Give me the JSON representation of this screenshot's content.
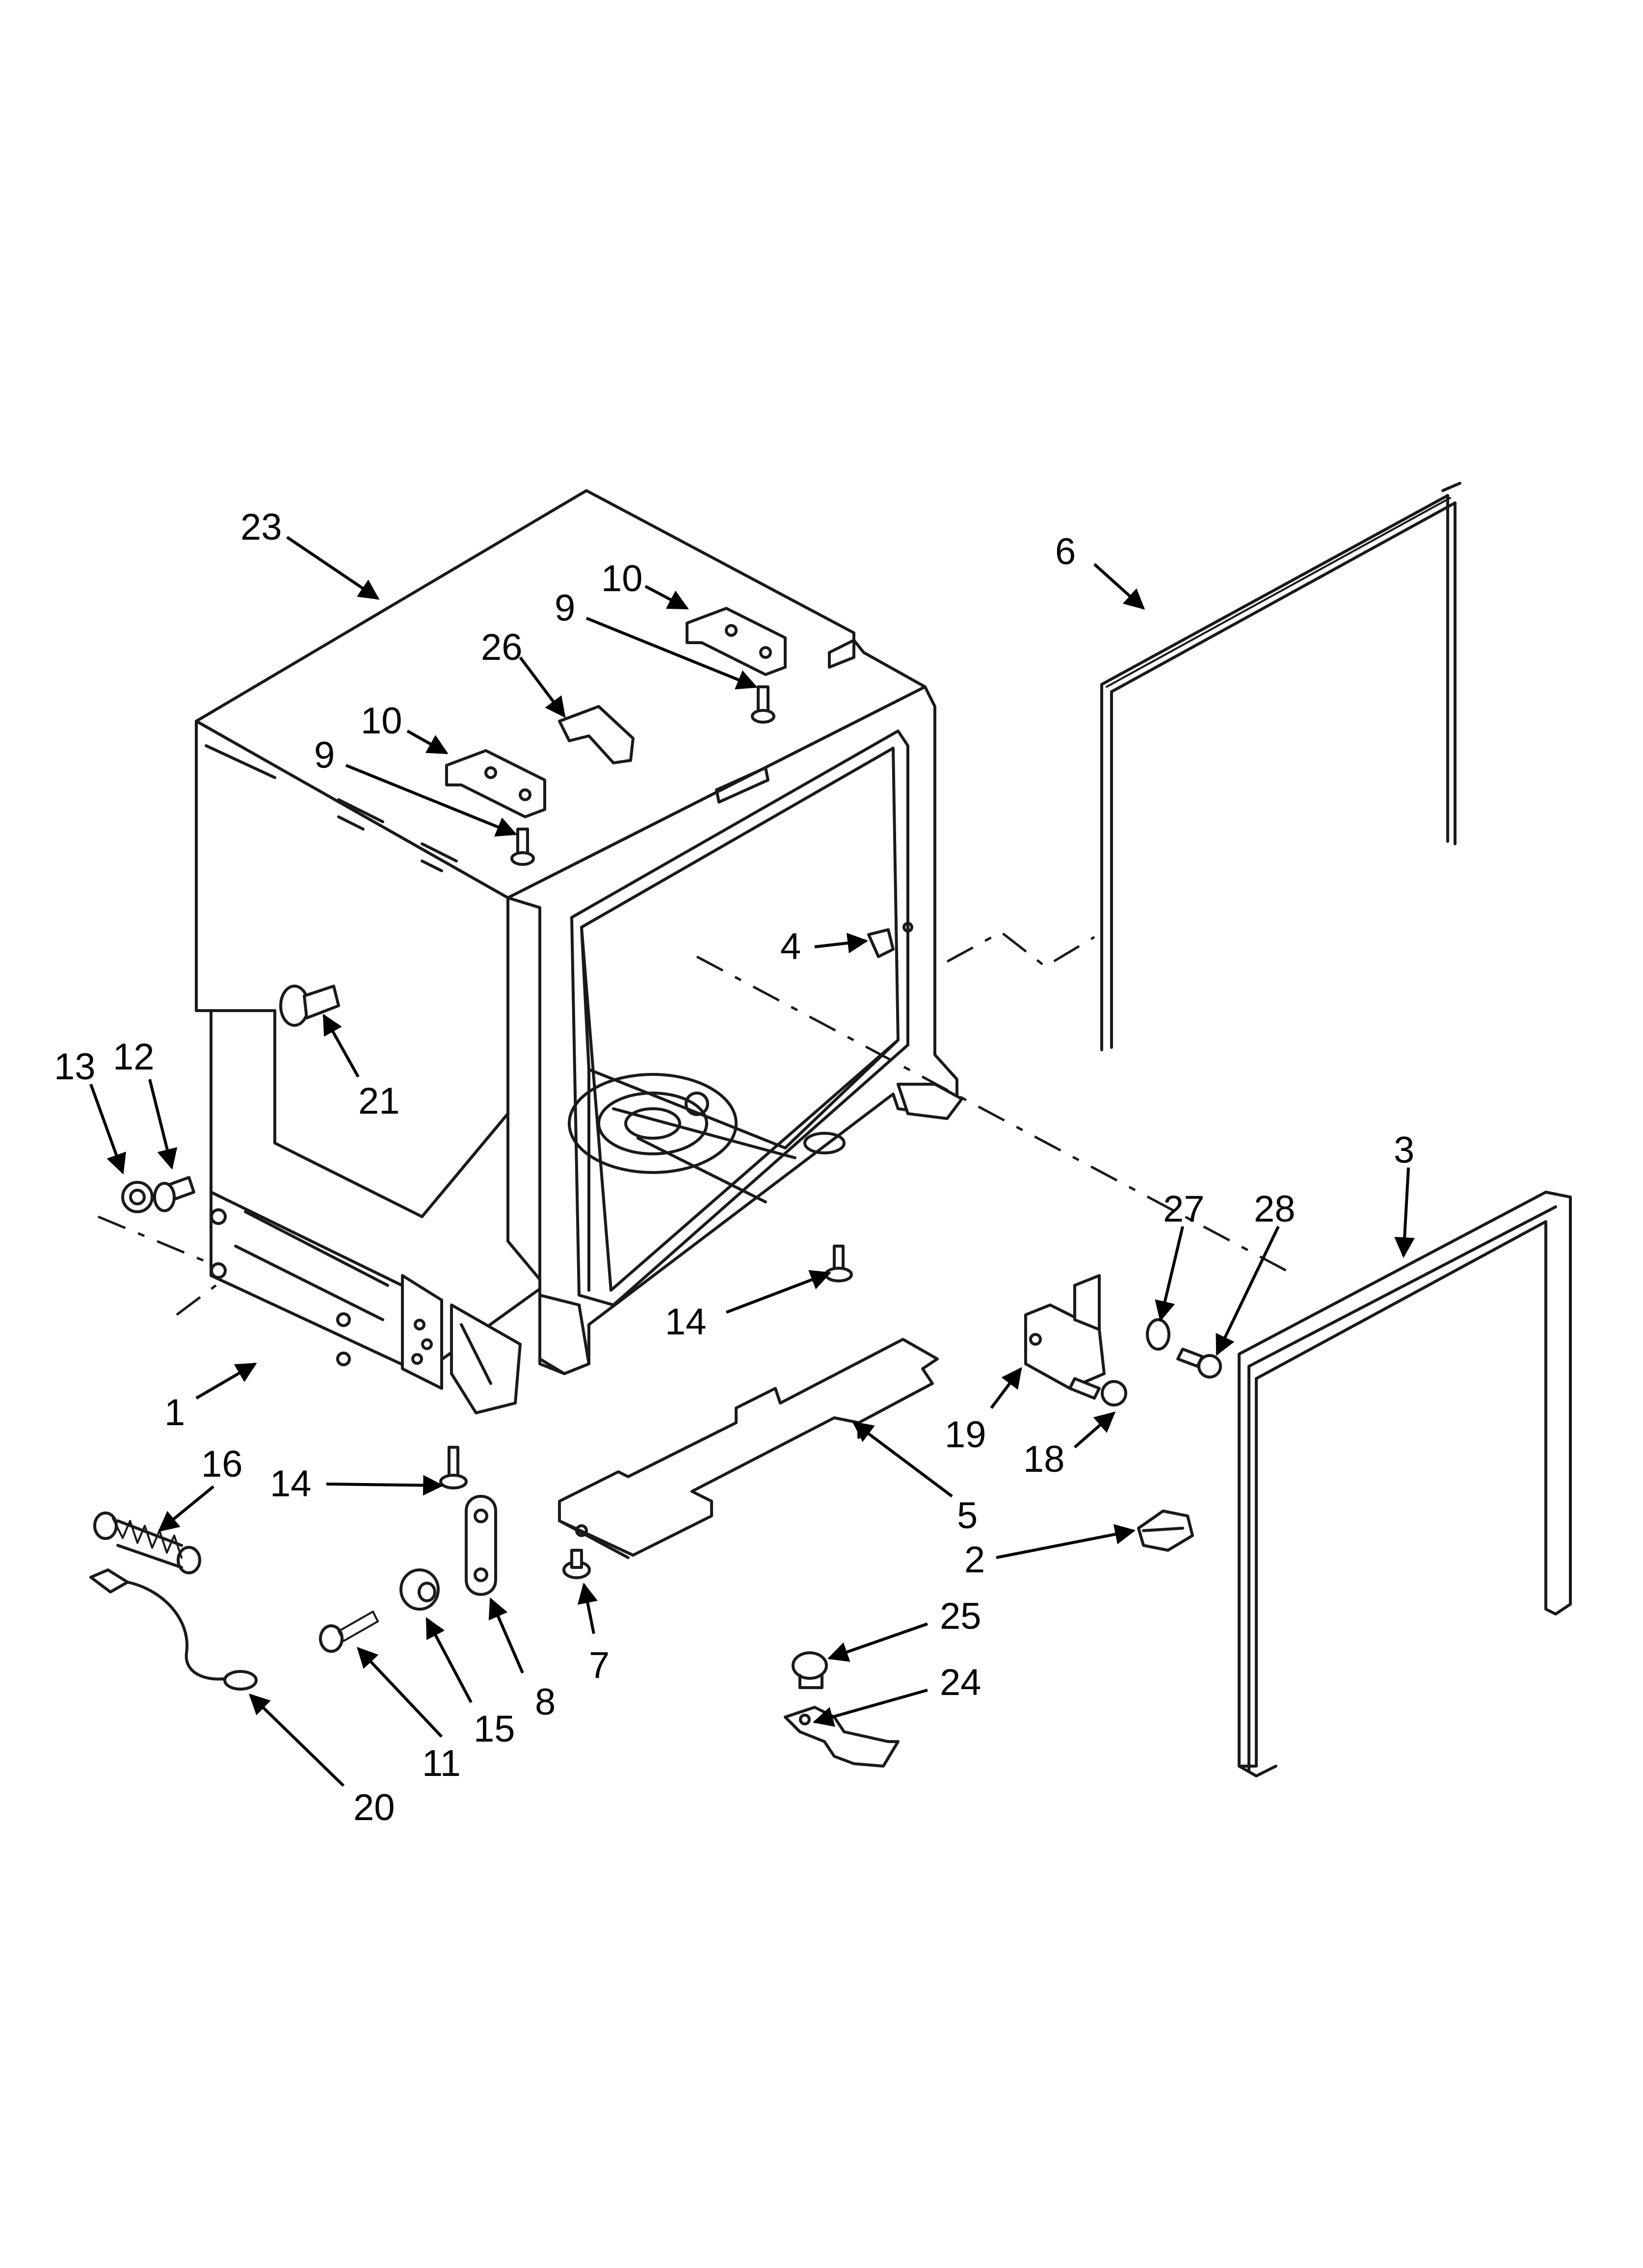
{
  "diagram": {
    "callouts": [
      {
        "id": "c23",
        "label": "23"
      },
      {
        "id": "c10a",
        "label": "10"
      },
      {
        "id": "c9a",
        "label": "9"
      },
      {
        "id": "c26",
        "label": "26"
      },
      {
        "id": "c10b",
        "label": "10"
      },
      {
        "id": "c9b",
        "label": "9"
      },
      {
        "id": "c6",
        "label": "6"
      },
      {
        "id": "c4",
        "label": "4"
      },
      {
        "id": "c21",
        "label": "21"
      },
      {
        "id": "c13",
        "label": "13"
      },
      {
        "id": "c12",
        "label": "12"
      },
      {
        "id": "c3",
        "label": "3"
      },
      {
        "id": "c27",
        "label": "27"
      },
      {
        "id": "c28",
        "label": "28"
      },
      {
        "id": "c14a",
        "label": "14"
      },
      {
        "id": "c1",
        "label": "1"
      },
      {
        "id": "c16",
        "label": "16"
      },
      {
        "id": "c14b",
        "label": "14"
      },
      {
        "id": "c19",
        "label": "19"
      },
      {
        "id": "c18",
        "label": "18"
      },
      {
        "id": "c5",
        "label": "5"
      },
      {
        "id": "c2",
        "label": "2"
      },
      {
        "id": "c25",
        "label": "25"
      },
      {
        "id": "c24",
        "label": "24"
      },
      {
        "id": "c7",
        "label": "7"
      },
      {
        "id": "c8",
        "label": "8"
      },
      {
        "id": "c15",
        "label": "15"
      },
      {
        "id": "c11",
        "label": "11"
      },
      {
        "id": "c20",
        "label": "20"
      }
    ]
  }
}
